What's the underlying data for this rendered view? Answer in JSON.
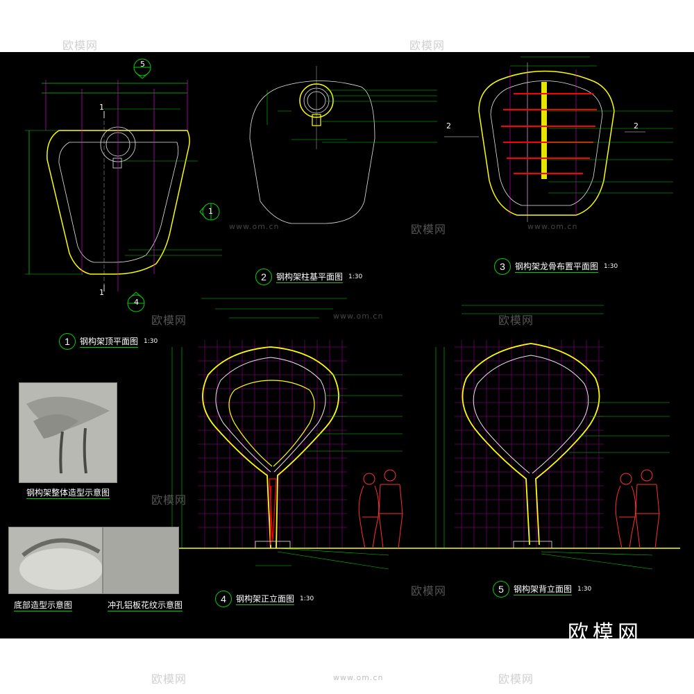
{
  "watermarks": {
    "brand": "欧模网",
    "site": "www.om.cn",
    "logo": "欧模网"
  },
  "views": [
    {
      "num": "1",
      "title": "钢构架顶平面图",
      "scale": "1:30"
    },
    {
      "num": "2",
      "title": "钢构架柱基平面图",
      "scale": "1:30"
    },
    {
      "num": "3",
      "title": "钢构架龙骨布置平面图",
      "scale": "1:30"
    },
    {
      "num": "4",
      "title": "钢构架正立面图",
      "scale": "1:30"
    },
    {
      "num": "5",
      "title": "钢构架背立面图",
      "scale": "1:30"
    }
  ],
  "photos": {
    "overall": "钢构架整体造型示意图",
    "base": "底部造型示意图",
    "pattern": "冲孔铝板花纹示意图"
  },
  "markers": {
    "section_top": "5",
    "section_bottom": "4",
    "section_side": "1",
    "cut_left_top": "1",
    "cut_left_bottom": "1",
    "cut_right": "2",
    "cut_mid": "2"
  },
  "colors": {
    "background": "#000000",
    "structure": "#ffff00",
    "dimension": "#00d000",
    "grid": "#b000b0",
    "figure": "#ff3030",
    "steel": "#ff0000"
  }
}
